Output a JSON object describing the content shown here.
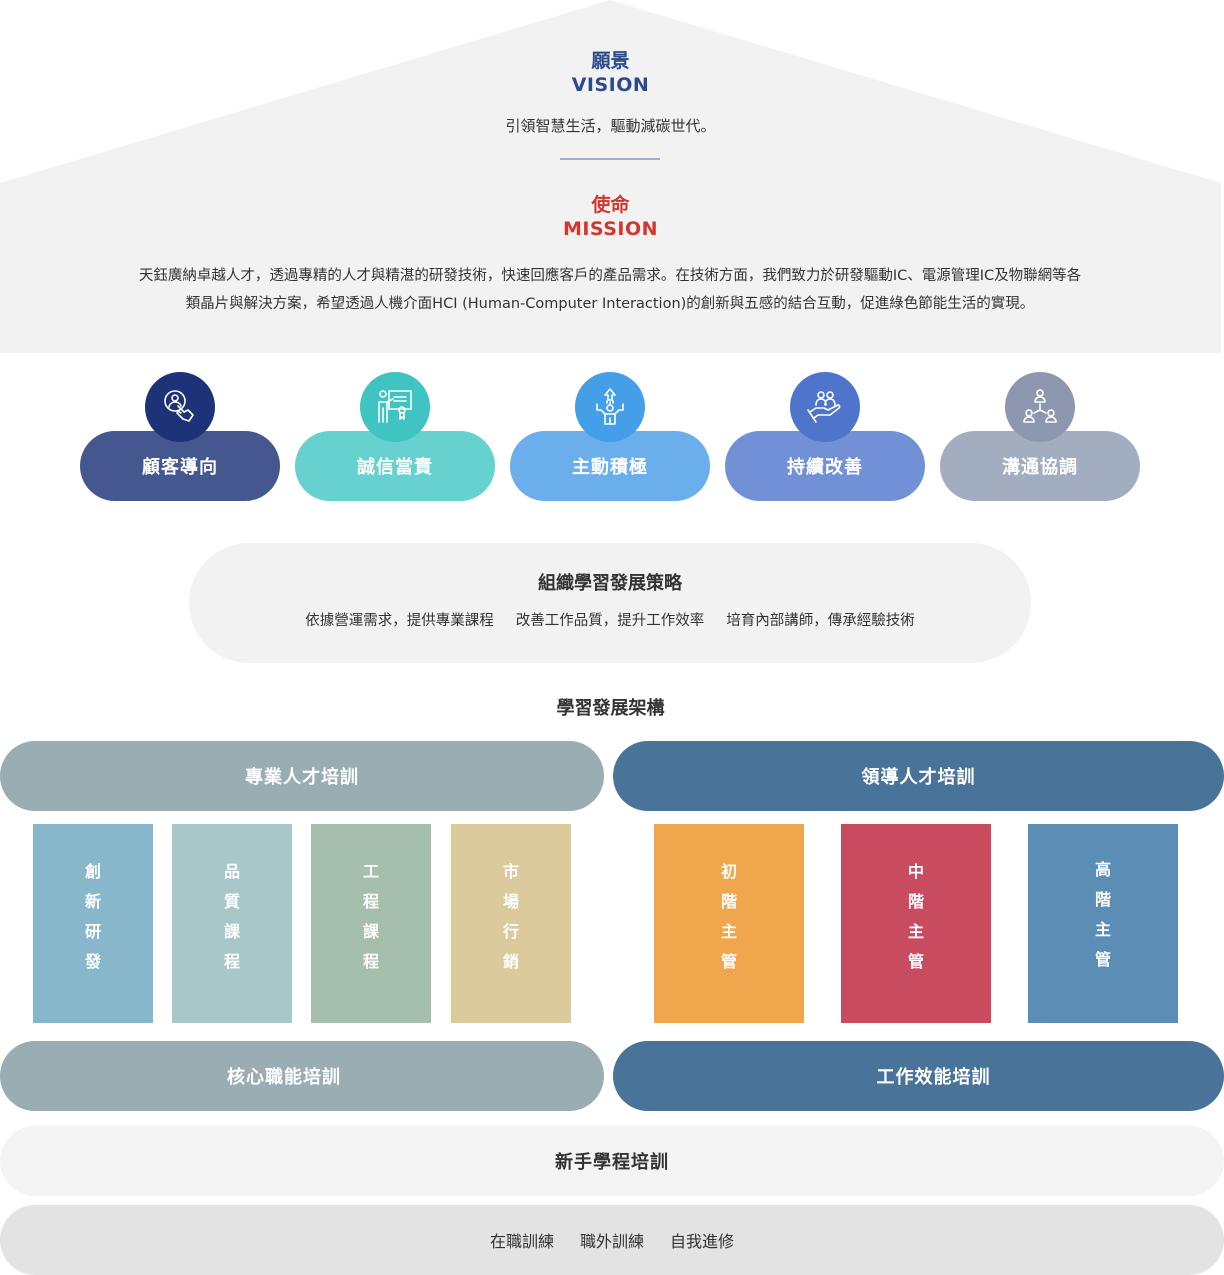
{
  "vision": {
    "title": "願景",
    "title_en": "VISION",
    "text": "引領智慧生活，驅動減碳世代。"
  },
  "mission": {
    "title": "使命",
    "title_en": "MISSION",
    "line1": "天鈺廣納卓越人才，透過專精的人才與精湛的研發技術，快速回應客戶的產品需求。在技術方面，我們致力於研發驅動IC、電源管理IC及物聯網等各",
    "line2": "類晶片與解決方案，希望透過人機介面HCI (Human-Computer Interaction)的創新與五感的結合互動，促進綠色節能生活的實現。"
  },
  "core_values": [
    {
      "label": "顧客導向",
      "icon": "hand-pointer-user-icon",
      "pill_color": "#45578f",
      "circle_color": "#1e3277"
    },
    {
      "label": "誠信當責",
      "icon": "presenter-certificate-icon",
      "pill_color": "#66d1cf",
      "circle_color": "#3fc4c2"
    },
    {
      "label": "主動積極",
      "icon": "person-arrow-up-icon",
      "pill_color": "#6aaeec",
      "circle_color": "#459ee8"
    },
    {
      "label": "持續改善",
      "icon": "hand-holding-people-icon",
      "pill_color": "#7290d6",
      "circle_color": "#4e74cc"
    },
    {
      "label": "溝通協調",
      "icon": "people-network-icon",
      "pill_color": "#a3adc0",
      "circle_color": "#8d98b0"
    }
  ],
  "strategy": {
    "title": "組織學習發展策略",
    "items": [
      "依據營運需求，提供專業課程",
      "改善工作品質，提升工作效率",
      "培育內部講師，傳承經驗技術"
    ]
  },
  "framework": {
    "title": "學習發展架構",
    "professional": {
      "label": "專業人才培訓",
      "columns": [
        {
          "label": "創新研發",
          "color": "#88b7cc"
        },
        {
          "label": "品質課程",
          "color": "#a7c7c9"
        },
        {
          "label": "工程課程",
          "color": "#a6bfad"
        },
        {
          "label": "市場行銷",
          "color": "#dbca9b"
        }
      ]
    },
    "leadership": {
      "label": "領導人才培訓",
      "columns": [
        {
          "label": "初階主管",
          "color": "#efa64c"
        },
        {
          "label": "中階主管",
          "color": "#c84b5f"
        },
        {
          "label": "高階主管",
          "color": "#5b8db5"
        }
      ]
    },
    "core": {
      "label": "核心職能培訓"
    },
    "efficiency": {
      "label": "工作效能培訓"
    },
    "newcomer": {
      "label": "新手學程培訓"
    },
    "base": {
      "items": [
        "在職訓練",
        "職外訓練",
        "自我進修"
      ]
    }
  }
}
